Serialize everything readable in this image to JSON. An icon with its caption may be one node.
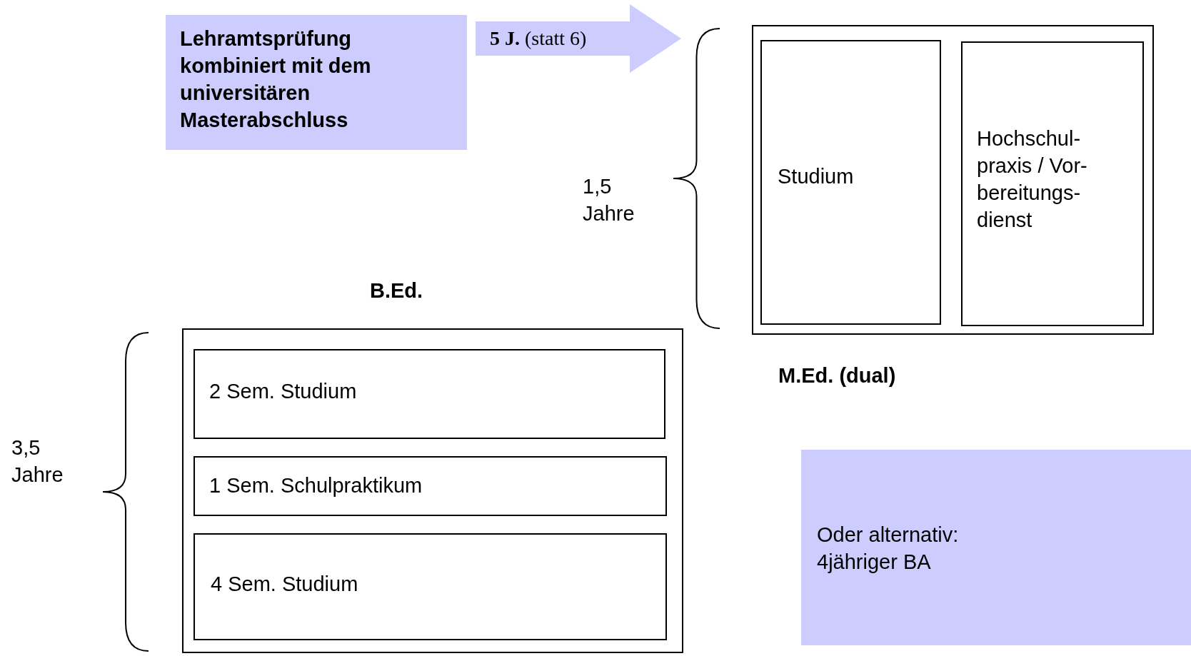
{
  "diagram": {
    "nodes": [
      {
        "text": [
          "Lehramtsprüfung kombiniert mit dem universitären Masterabschluss"
        ]
      },
      {
        "text": [
          "M.Ed. (dual)"
        ]
      },
      {
        "text": [
          "Studium"
        ],
        "in": 1
      },
      {
        "text": [
          "Hochschul- praxis / Vor- bereitungs- dienst"
        ],
        "in": 1
      },
      {
        "text": [
          "B.Ed."
        ]
      },
      {
        "text": [
          "2 Sem. Studium"
        ],
        "in": 4
      },
      {
        "text": [
          "1 Sem. Schulpraktikum"
        ],
        "in": 4
      },
      {
        "text": [
          "4 Sem. Studium"
        ],
        "in": 4
      },
      {
        "text": [
          "Oder alternativ: 4jähriger BA"
        ]
      }
    ],
    "edges": [
      {
        "from": 0,
        "to": 1,
        "arrow": "to",
        "label": "**5 J.** (statt 6)"
      }
    ],
    "labels": [
      "1,5 Jahre",
      "3,5 Jahre"
    ]
  }
}
